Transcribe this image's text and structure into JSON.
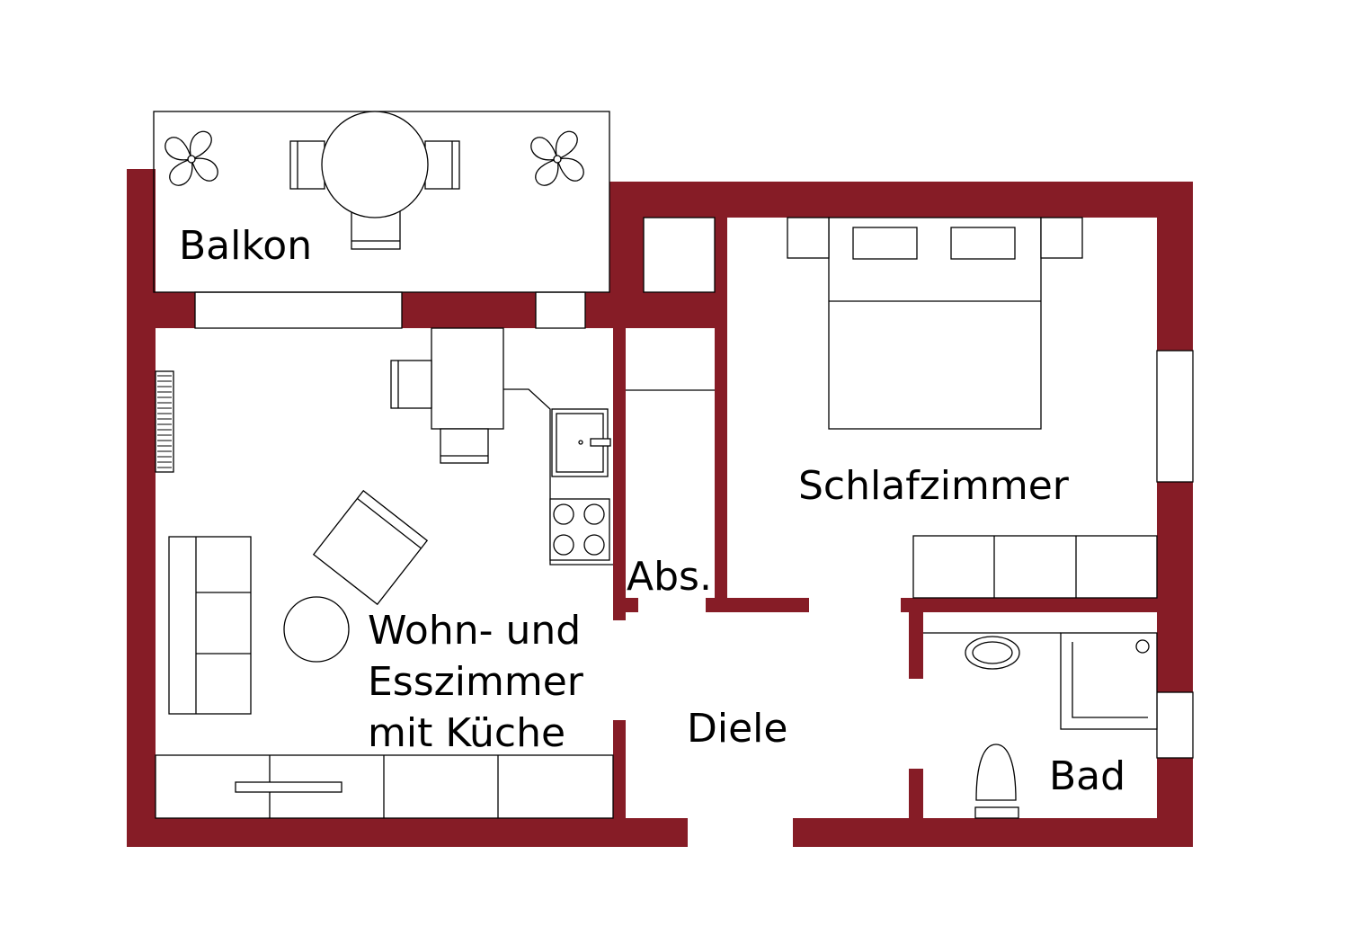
{
  "rooms": {
    "balkon": "Balkon",
    "schlafzimmer": "Schlafzimmer",
    "abstellraum": "Abs.",
    "wohn_line1": "Wohn- und",
    "wohn_line2": "Esszimmer",
    "wohn_line3": "mit  Küche",
    "diele": "Diele",
    "bad": "Bad"
  },
  "colors": {
    "wall": "#861c26",
    "furniture_stroke": "#000000",
    "background": "#ffffff"
  }
}
